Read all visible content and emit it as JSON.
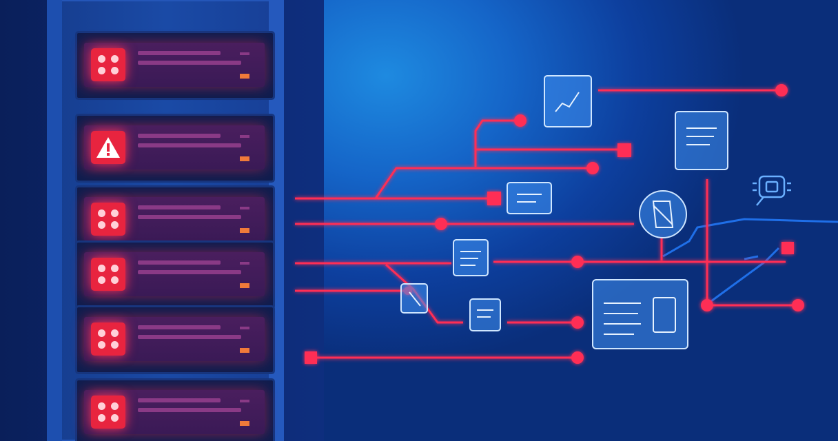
{
  "scene": {
    "description_kind": "illustration",
    "colors": {
      "background_accent": "#1565c8",
      "alert_red": "#ff2d55",
      "circuit_blue": "#1f6fe8",
      "node_fill": "#3f8ff0",
      "server_panel": "#3a1a56"
    }
  },
  "server_rack": {
    "units": [
      {
        "indicator": "dots-icon",
        "status": "alert"
      },
      {
        "indicator": "warning-icon",
        "status": "alert"
      },
      {
        "indicator": "dots-icon",
        "status": "alert"
      },
      {
        "indicator": "dots-icon",
        "status": "alert"
      },
      {
        "indicator": "dots-icon",
        "status": "alert"
      },
      {
        "indicator": "dots-icon",
        "status": "alert"
      }
    ]
  },
  "network_nodes": [
    {
      "icon": "chart-document-icon"
    },
    {
      "icon": "text-document-icon"
    },
    {
      "icon": "message-card-icon"
    },
    {
      "icon": "network-hub-icon"
    },
    {
      "icon": "list-document-icon"
    },
    {
      "icon": "tool-document-icon"
    },
    {
      "icon": "list-document-icon"
    },
    {
      "icon": "dashboard-window-icon"
    },
    {
      "icon": "ai-chip-icon"
    }
  ]
}
